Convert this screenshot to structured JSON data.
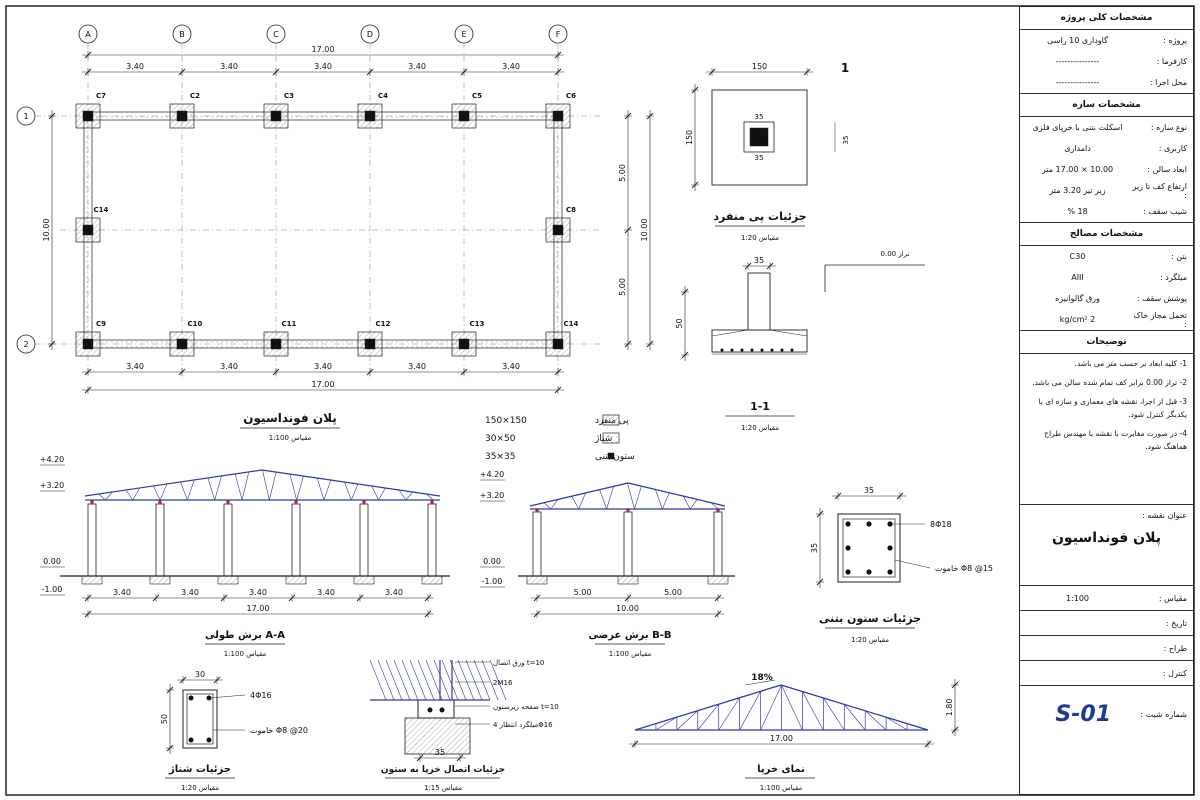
{
  "sheet": {
    "axes_letters": [
      "A",
      "B",
      "C",
      "D",
      "E",
      "F"
    ],
    "axes_numbers": [
      "1",
      "2"
    ],
    "plan": {
      "overall_top": "17.00",
      "spans_top": [
        "3.40",
        "3.40",
        "3.40",
        "3.40",
        "3.40"
      ],
      "spans_bottom": [
        "3.40",
        "3.40",
        "3.40",
        "3.40",
        "3.40"
      ],
      "overall_bottom": "17.00",
      "left_dim": "10.00",
      "right_dims": [
        "5.00",
        "5.00"
      ],
      "right_overall": "10.00",
      "columns_top": [
        "C7",
        "C2",
        "C3",
        "C4",
        "C5",
        "C6"
      ],
      "columns_mid": [
        "C14",
        "C8"
      ],
      "columns_bottom": [
        "C9",
        "C10",
        "C11",
        "C12",
        "C13",
        "C14"
      ],
      "title": "پلان فونداسیون",
      "scale": "مقیاس 1:100"
    },
    "legend": [
      {
        "label": "پی منفرد",
        "size": "150×150"
      },
      {
        "label": "شناژ",
        "size": "30×50"
      },
      {
        "label": "ستون بتنی",
        "size": "35×35"
      }
    ],
    "footing_detail": {
      "number": "1",
      "width": "150",
      "height": "150",
      "col_top": "35",
      "col_bottom": "35",
      "col_side": "35",
      "title": "جزئیات پی منفرد",
      "scale": "مقیاس 1:20"
    },
    "section_1_1": {
      "level": "تراز 0.00",
      "col_width": "35",
      "height": "50",
      "title": "1-1",
      "scale": "مقیاس 1:20"
    },
    "section_aa": {
      "levels": [
        "+4.20",
        "+3.20",
        "0.00",
        "-1.00"
      ],
      "spans": [
        "3.40",
        "3.40",
        "3.40",
        "3.40",
        "3.40"
      ],
      "overall": "17.00",
      "title": "برش طولی A-A",
      "scale": "مقیاس 1:100"
    },
    "section_bb": {
      "levels": [
        "+4.20",
        "+3.20",
        "0.00",
        "-1.00"
      ],
      "spans": [
        "5.00",
        "5.00"
      ],
      "overall": "10.00",
      "title": "برش عرضی B-B",
      "scale": "مقیاس 1:100"
    },
    "column_detail": {
      "width": "35",
      "height": "35",
      "rebar": "8Φ18",
      "stirrup": "خاموت Φ8 @15",
      "title": "جزئیات ستون بتنی",
      "scale": "مقیاس 1:20"
    },
    "beam_detail": {
      "width": "30",
      "height": "50",
      "rebar": "4Φ16",
      "stirrup": "خاموت Φ8 @20",
      "title": "جزئیات شناژ",
      "scale": "مقیاس 1:20"
    },
    "truss_connection": {
      "labels": [
        "ورق اتصال t=10",
        "2M16",
        "صفحه زیرستون t=10",
        "میلگرد انتظار 4Φ16"
      ],
      "dim": "35",
      "title": "جزئیات اتصال خرپا به ستون",
      "scale": "مقیاس 1:15"
    },
    "truss_elev": {
      "slope": "18%",
      "height": "1.80",
      "span": "17.00",
      "title": "نمای خرپا",
      "scale": "مقیاس 1:100"
    }
  },
  "title_block": {
    "general_header": "مشخصات کلی پروژه",
    "general": [
      {
        "label": "پروژه :",
        "value": "گاوداری 10 راسی"
      },
      {
        "label": "کارفرما :",
        "value": "---------------"
      },
      {
        "label": "محل اجرا :",
        "value": "---------------"
      }
    ],
    "structure_header": "مشخصات سازه",
    "structure": [
      {
        "label": "نوع سازه :",
        "value": "اسکلت بتنی با خرپای فلزی"
      },
      {
        "label": "کاربری :",
        "value": "دامداری"
      },
      {
        "label": "ابعاد سالن :",
        "value": "10.00 × 17.00 متر"
      },
      {
        "label": "ارتفاع کف تا زیر :",
        "value": "زیر تیر  3.20 متر"
      },
      {
        "label": "شیب سقف :",
        "value": "18 %"
      }
    ],
    "materials_header": "مشخصات مصالح",
    "materials": [
      {
        "label": "بتن :",
        "value": "C30"
      },
      {
        "label": "میلگرد :",
        "value": "AIII"
      },
      {
        "label": "پوشش سقف :",
        "value": "ورق گالوانیزه"
      },
      {
        "label": "تحمل مجاز خاک :",
        "value": "2 kg/cm²"
      }
    ],
    "notes_header": "توضیحات",
    "notes": [
      "1- کلیه ابعاد بر حسب متر می باشد.",
      "2- تراز 0.00 برابر کف تمام شده سالن می باشد.",
      "3- قبل از اجرا، نقشه های معماری و سازه ای با یکدیگر کنترل شود.",
      "4- در صورت مغایرت با نقشه با مهندس طراح هماهنگ شود."
    ],
    "drawing_title_label": "عنوان نقشه :",
    "drawing_title": "پلان فونداسیون",
    "info": [
      {
        "label": "مقیاس :",
        "value": "1:100"
      },
      {
        "label": "تاریخ :",
        "value": ""
      },
      {
        "label": "طراح :",
        "value": ""
      },
      {
        "label": "کنترل :",
        "value": ""
      }
    ],
    "sheet_label": "شماره شیت :",
    "sheet_number": "S-01"
  }
}
